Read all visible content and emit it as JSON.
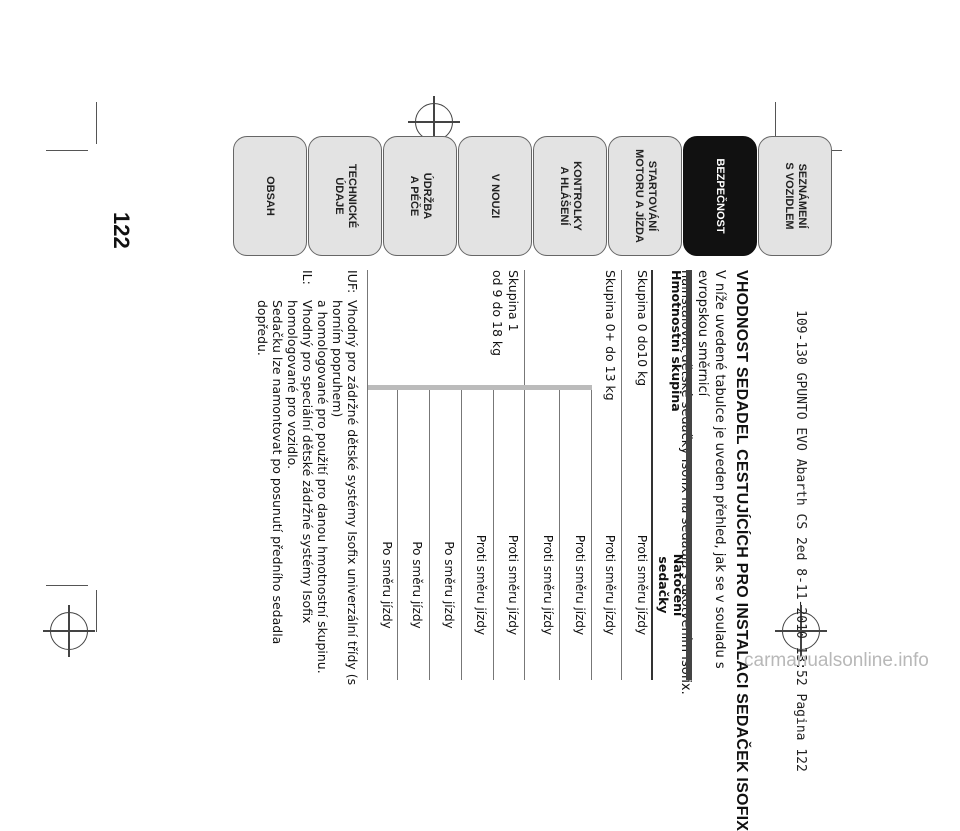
{
  "slug": "109-130 GPUNTO EVO Abarth CS 2ed  8-11-2010  13:52  Pagina 122",
  "page_number": "122",
  "tabs": [
    {
      "label": "SEZNÁMENÍ\nS VOZIDLEM",
      "active": false
    },
    {
      "label": "BEZPEČNOST",
      "active": true
    },
    {
      "label": "STARTOVÁNÍ\nMOTORU A JÍZDA",
      "active": false
    },
    {
      "label": "KONTROLKY\nA HLÁŠENÍ",
      "active": false
    },
    {
      "label": "V NOUZI",
      "active": false
    },
    {
      "label": "ÚDRŽBA\nA PÉČE",
      "active": false
    },
    {
      "label": "TECHNICKÉ\nÚDAJE",
      "active": false
    },
    {
      "label": "OBSAH",
      "active": false
    }
  ],
  "title": "VHODNOST SEDADEL CESTUJÍCÍCH PRO INSTALACI SEDAČEK ISOFIX",
  "intro": "V níže uvedené tabulce je uveden přehled, jak se v souladu s evropskou směrnicí\nnainstalovat dětské sedačky Isofix na sedadla s ukotvením Isofix.",
  "table": {
    "header_group": "Hmotnostní skupina",
    "header_rotation": "Natočení\nsedačky",
    "groups": [
      {
        "name": "Skupina 0 do10 kg",
        "rows": [
          "Proti směru jízdy"
        ]
      },
      {
        "name": "Skupina 0+ do 13 kg",
        "rows": [
          "Proti směru jízdy",
          "Proti směru jízdy",
          "Proti směru jízdy"
        ]
      },
      {
        "name": "Skupina 1\nod 9 do 18 kg",
        "rows": [
          "Proti směru jízdy",
          "Proti směru jízdy",
          "Po směru jízdy",
          "Po směru jízdy",
          "Po směru jízdy"
        ]
      }
    ]
  },
  "notes": [
    {
      "key": "IUF:",
      "text": "Vhodný pro zádržné dětské systémy Isofix univerzální třídy (s horním popruhem)\na homologované pro použití pro danou hmotnostní skupinu."
    },
    {
      "key": "IL:",
      "text": "Vhodný pro speciální dětské zádržné systémy Isofix homologované pro vozidlo.\nSedačku lze namontovat po posunutí předního sedadla dopředu."
    }
  ],
  "watermark": "carmanualsonline.info"
}
